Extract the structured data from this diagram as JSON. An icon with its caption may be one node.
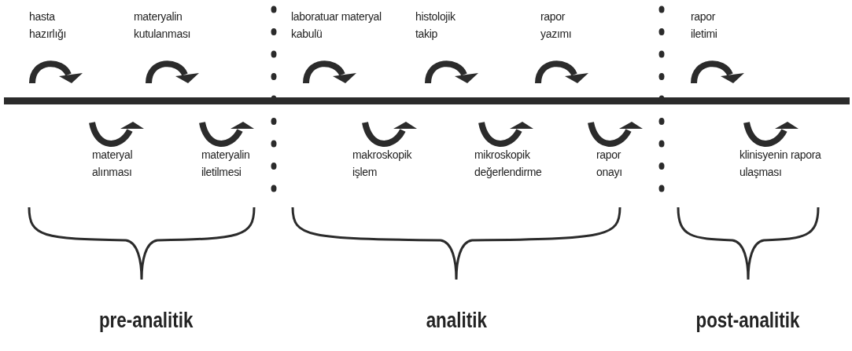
{
  "diagram": {
    "labels": [
      "hasta hazırlığı",
      "materyal alınması",
      "materyalin kutulanması",
      "materyalin iletilmesi",
      "laboratuar materyal kabulü",
      "makroskopik işlem",
      "histolojik takip",
      "mikroskopik değerlendirme",
      "rapor yazımı",
      "rapor onayı",
      "rapor iletimi",
      "klinisyenin rapora ulaşması",
      "pre-analitik",
      "analitik",
      "post-analitik"
    ]
  }
}
